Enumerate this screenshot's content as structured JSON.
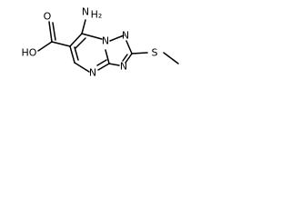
{
  "molecule": {
    "labels": {
      "carboxyl_oxygen_double": "O",
      "hydroxyl": "HO",
      "amino_n": "N",
      "amino_h2": "H₂",
      "ring_n1": "N",
      "ring_n3": "N",
      "ring_n4": "N",
      "ring_n5": "N",
      "sulfur": "S"
    },
    "colors": {
      "bond": "#000000",
      "label": "#000000",
      "background": "#ffffff"
    }
  }
}
